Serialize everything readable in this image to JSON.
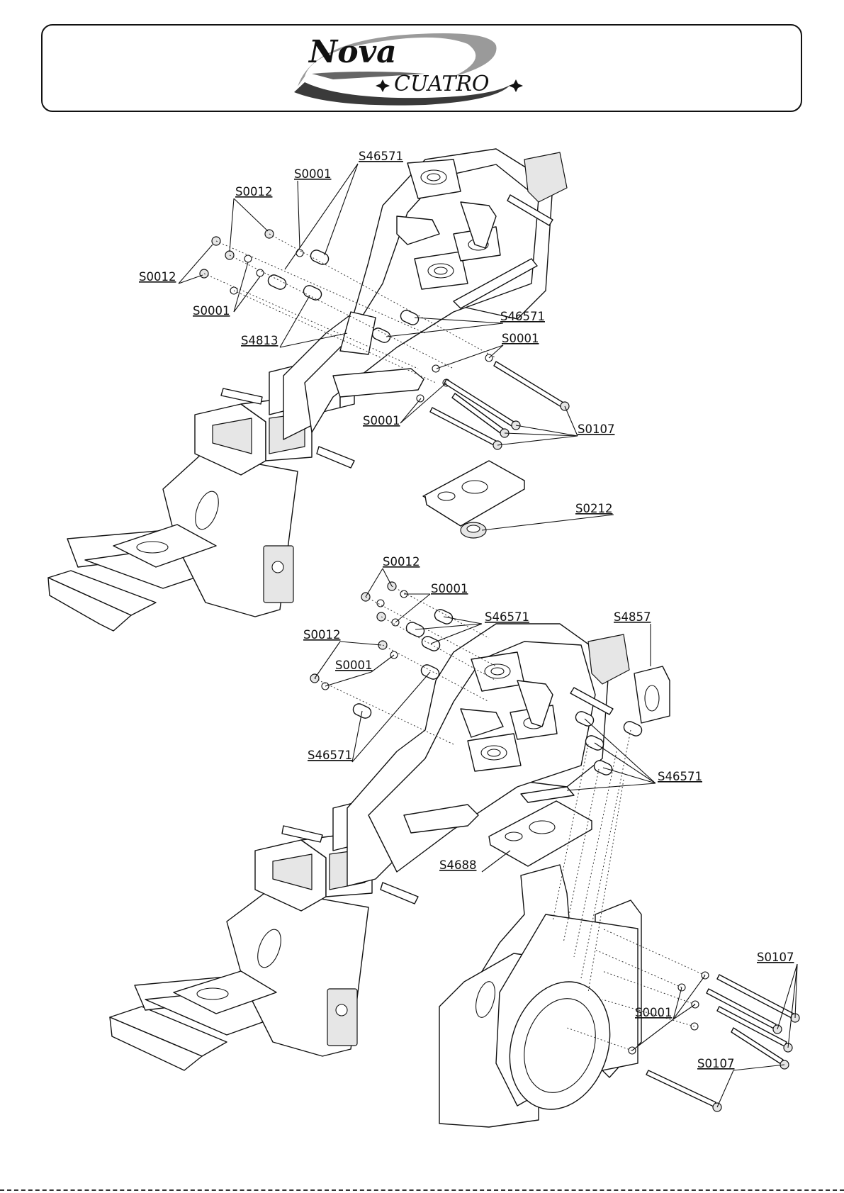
{
  "header": {
    "logo_main": "Nova",
    "logo_sub": "CUATRO"
  },
  "labels": {
    "s46571_a": "S46571",
    "s0001_a": "S0001",
    "s0012_a": "S0012",
    "s0012_b": "S0012",
    "s0001_b": "S0001",
    "s4813": "S4813",
    "s46571_b": "S46571",
    "s0001_c": "S0001",
    "s0001_d": "S0001",
    "s0107_a": "S0107",
    "s0212": "S0212",
    "s0012_c": "S0012",
    "s0001_e": "S0001",
    "s46571_c": "S46571",
    "s4857": "S4857",
    "s0012_d": "S0012",
    "s0001_f": "S0001",
    "s46571_d": "S46571",
    "s46571_e": "S46571",
    "s4688": "S4688",
    "s0107_b": "S0107",
    "s0001_g": "S0001",
    "s0107_c": "S0107"
  },
  "icons": {
    "logo": "nova-cuatro-swoosh-logo",
    "bullet": "four-point-star"
  }
}
